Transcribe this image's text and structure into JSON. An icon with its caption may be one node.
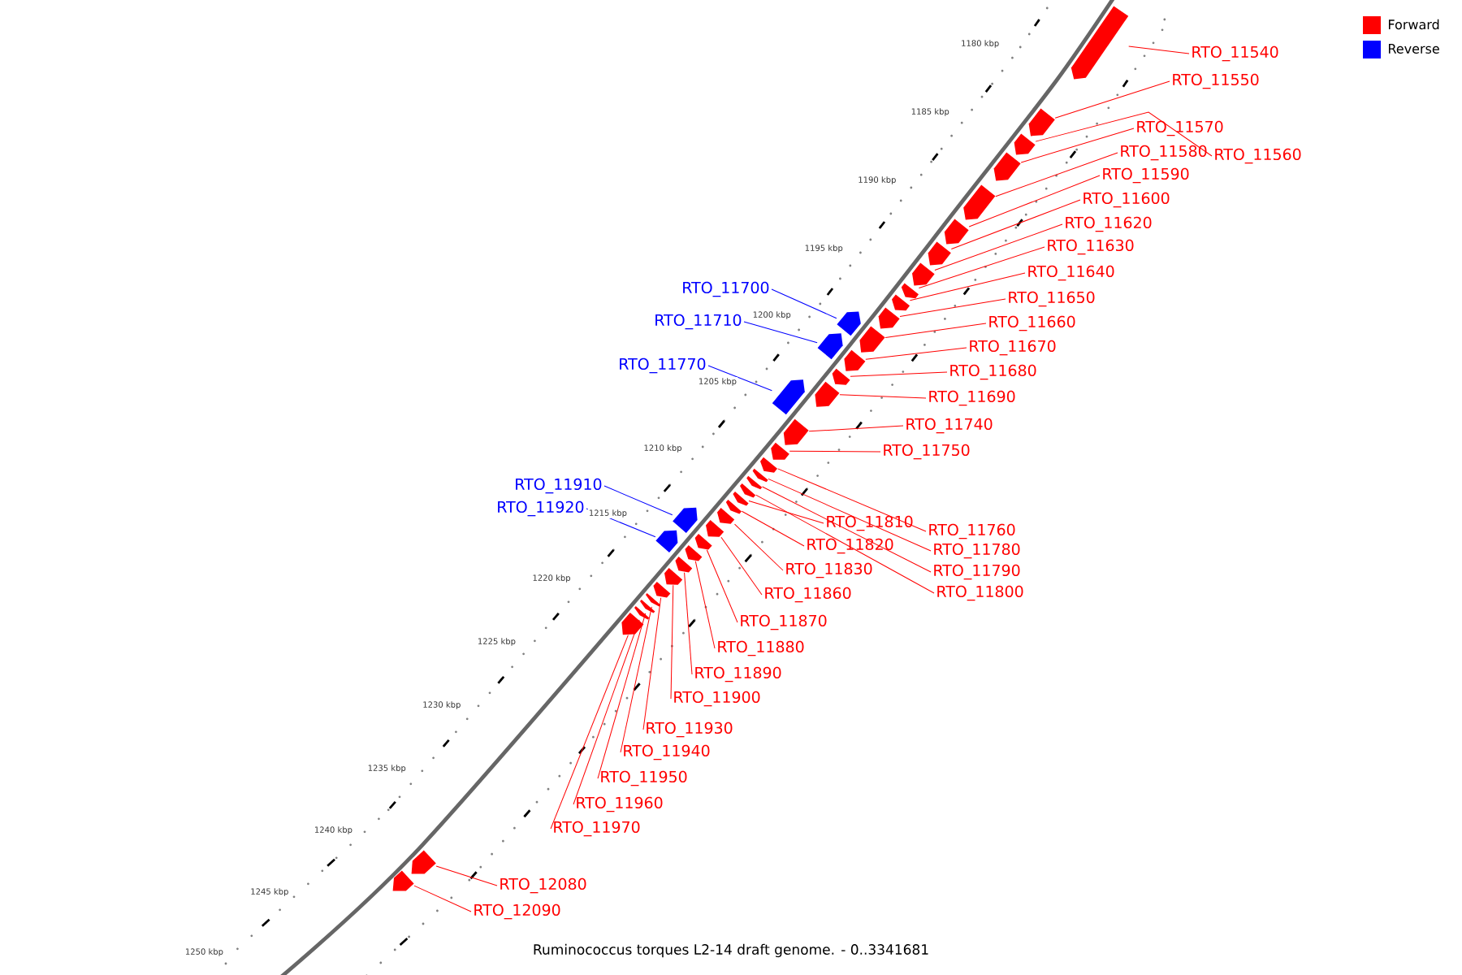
{
  "diagram": {
    "caption": "Ruminococcus torques L2-14 draft genome. - 0..3341681",
    "nodes": [
      {
        "text": [
          "RTO_11540"
        ]
      },
      {
        "text": [
          "RTO_11550"
        ]
      },
      {
        "text": [
          "RTO_11570"
        ]
      },
      {
        "text": [
          "RTO_11580"
        ]
      },
      {
        "text": [
          "RTO_11560"
        ]
      },
      {
        "text": [
          "RTO_11590"
        ]
      },
      {
        "text": [
          "RTO_11600"
        ]
      },
      {
        "text": [
          "RTO_11620"
        ]
      },
      {
        "text": [
          "RTO_11630"
        ]
      },
      {
        "text": [
          "RTO_11640"
        ]
      },
      {
        "text": [
          "RTO_11700"
        ]
      },
      {
        "text": [
          "RTO_11650"
        ]
      },
      {
        "text": [
          "RTO_11710"
        ]
      },
      {
        "text": [
          "RTO_11660"
        ]
      },
      {
        "text": [
          "RTO_11670"
        ]
      },
      {
        "text": [
          "RTO_11770"
        ]
      },
      {
        "text": [
          "RTO_11680"
        ]
      },
      {
        "text": [
          "RTO_11690"
        ]
      },
      {
        "text": [
          "RTO_11740"
        ]
      },
      {
        "text": [
          "RTO_11750"
        ]
      },
      {
        "text": [
          "RTO_11910"
        ]
      },
      {
        "text": [
          "RTO_11920"
        ]
      },
      {
        "text": [
          "RTO_11810"
        ]
      },
      {
        "text": [
          "RTO_11760"
        ]
      },
      {
        "text": [
          "RTO_11820"
        ]
      },
      {
        "text": [
          "RTO_11780"
        ]
      },
      {
        "text": [
          "RTO_11830"
        ]
      },
      {
        "text": [
          "RTO_11790"
        ]
      },
      {
        "text": [
          "RTO_11800"
        ]
      },
      {
        "text": [
          "RTO_11860"
        ]
      },
      {
        "text": [
          "RTO_11870"
        ]
      },
      {
        "text": [
          "RTO_11880"
        ]
      },
      {
        "text": [
          "RTO_11890"
        ]
      },
      {
        "text": [
          "RTO_11900"
        ]
      },
      {
        "text": [
          "RTO_11930"
        ]
      },
      {
        "text": [
          "RTO_11940"
        ]
      },
      {
        "text": [
          "RTO_11950"
        ]
      },
      {
        "text": [
          "RTO_11960"
        ]
      },
      {
        "text": [
          "RTO_11970"
        ]
      },
      {
        "text": [
          "RTO_12080"
        ]
      },
      {
        "text": [
          "RTO_12090"
        ]
      },
      {
        "text": [],
        "shape": "arrow"
      },
      {
        "text": [],
        "shape": "arrow"
      },
      {
        "text": [],
        "shape": "arrow"
      },
      {
        "text": [],
        "shape": "arrow"
      },
      {
        "text": [],
        "shape": "arrow"
      },
      {
        "text": [],
        "shape": "arrow"
      },
      {
        "text": [],
        "shape": "arrow"
      },
      {
        "text": [],
        "shape": "arrow"
      },
      {
        "text": [],
        "shape": "arrow"
      },
      {
        "text": [],
        "shape": "arrow"
      },
      {
        "text": [],
        "shape": "arrow"
      },
      {
        "text": [],
        "shape": "arrow"
      },
      {
        "text": [],
        "shape": "arrow"
      },
      {
        "text": [],
        "shape": "arrow"
      },
      {
        "text": [],
        "shape": "arrow"
      },
      {
        "text": [],
        "shape": "arrow"
      },
      {
        "text": [],
        "shape": "arrow"
      },
      {
        "text": [],
        "shape": "arrow"
      },
      {
        "text": [],
        "shape": "arrow"
      },
      {
        "text": [],
        "shape": "arrow"
      },
      {
        "text": [],
        "shape": "arrow"
      },
      {
        "text": [],
        "shape": "arrow"
      },
      {
        "text": [],
        "shape": "arrow"
      },
      {
        "text": [],
        "shape": "arrow"
      },
      {
        "text": [],
        "shape": "arrow"
      },
      {
        "text": [],
        "shape": "arrow"
      },
      {
        "text": [],
        "shape": "arrow"
      },
      {
        "text": [],
        "shape": "arrow"
      },
      {
        "text": [],
        "shape": "arrow"
      },
      {
        "text": [],
        "shape": "arrow"
      },
      {
        "text": [],
        "shape": "arrow"
      },
      {
        "text": [],
        "shape": "arrow"
      },
      {
        "text": [],
        "shape": "arrow"
      },
      {
        "text": [],
        "shape": "arrow"
      },
      {
        "text": [],
        "shape": "arrow"
      },
      {
        "text": [],
        "shape": "arrow"
      },
      {
        "text": [],
        "shape": "arrow"
      },
      {
        "text": [],
        "shape": "arrow"
      },
      {
        "text": [],
        "shape": "arrow"
      },
      {
        "text": [],
        "shape": "arrow"
      },
      {
        "text": [],
        "shape": "arrow"
      }
    ],
    "edges": [
      {
        "from": 0,
        "to": 41,
        "arrow": "none"
      },
      {
        "from": 1,
        "to": 42,
        "arrow": "none"
      },
      {
        "from": 2,
        "to": 44,
        "arrow": "none"
      },
      {
        "from": 3,
        "to": 45,
        "arrow": "none"
      },
      {
        "from": 4,
        "to": 43,
        "arrow": "none"
      },
      {
        "from": 5,
        "to": 46,
        "arrow": "none"
      },
      {
        "from": 6,
        "to": 47,
        "arrow": "none"
      },
      {
        "from": 7,
        "to": 48,
        "arrow": "none"
      },
      {
        "from": 8,
        "to": 49,
        "arrow": "none"
      },
      {
        "from": 9,
        "to": 50,
        "arrow": "none"
      },
      {
        "from": 10,
        "to": 52,
        "arrow": "none",
        "color": "#0000ff"
      },
      {
        "from": 11,
        "to": 51,
        "arrow": "none"
      },
      {
        "from": 12,
        "to": 54,
        "arrow": "none",
        "color": "#0000ff"
      },
      {
        "from": 13,
        "to": 53,
        "arrow": "none"
      },
      {
        "from": 14,
        "to": 55,
        "arrow": "none"
      },
      {
        "from": 15,
        "to": 58,
        "arrow": "none",
        "color": "#0000ff"
      },
      {
        "from": 16,
        "to": 56,
        "arrow": "none"
      },
      {
        "from": 17,
        "to": 57,
        "arrow": "none"
      },
      {
        "from": 18,
        "to": 59,
        "arrow": "none"
      },
      {
        "from": 19,
        "to": 60,
        "arrow": "none"
      },
      {
        "from": 20,
        "to": 69,
        "arrow": "none",
        "color": "#0000ff"
      },
      {
        "from": 21,
        "to": 71,
        "arrow": "none",
        "color": "#0000ff"
      },
      {
        "from": 22,
        "to": 65,
        "arrow": "none"
      },
      {
        "from": 23,
        "to": 61,
        "arrow": "none"
      },
      {
        "from": 24,
        "to": 66,
        "arrow": "none"
      },
      {
        "from": 25,
        "to": 62,
        "arrow": "none"
      },
      {
        "from": 26,
        "to": 67,
        "arrow": "none"
      },
      {
        "from": 27,
        "to": 63,
        "arrow": "none"
      },
      {
        "from": 28,
        "to": 64,
        "arrow": "none"
      },
      {
        "from": 29,
        "to": 68,
        "arrow": "none"
      },
      {
        "from": 30,
        "to": 70,
        "arrow": "none"
      },
      {
        "from": 31,
        "to": 72,
        "arrow": "none"
      },
      {
        "from": 32,
        "to": 73,
        "arrow": "none"
      },
      {
        "from": 33,
        "to": 74,
        "arrow": "none"
      },
      {
        "from": 34,
        "to": 75,
        "arrow": "none"
      },
      {
        "from": 35,
        "to": 76,
        "arrow": "none"
      },
      {
        "from": 36,
        "to": 77,
        "arrow": "none"
      },
      {
        "from": 37,
        "to": 78,
        "arrow": "none"
      },
      {
        "from": 38,
        "to": 79,
        "arrow": "none"
      },
      {
        "from": 39,
        "to": 80,
        "arrow": "none"
      },
      {
        "from": 40,
        "to": 81,
        "arrow": "none"
      }
    ],
    "labels": [
      "1180 kbp",
      "1185 kbp",
      "1190 kbp",
      "1195 kbp",
      "1200 kbp",
      "1205 kbp",
      "1210 kbp",
      "1215 kbp",
      "1220 kbp",
      "1225 kbp",
      "1230 kbp",
      "1235 kbp",
      "1240 kbp",
      "1245 kbp",
      "1250 kbp"
    ],
    "legend": [
      {
        "text": "Forward",
        "color": "#ff0000"
      },
      {
        "text": "Reverse",
        "color": "#0000ff"
      }
    ]
  }
}
